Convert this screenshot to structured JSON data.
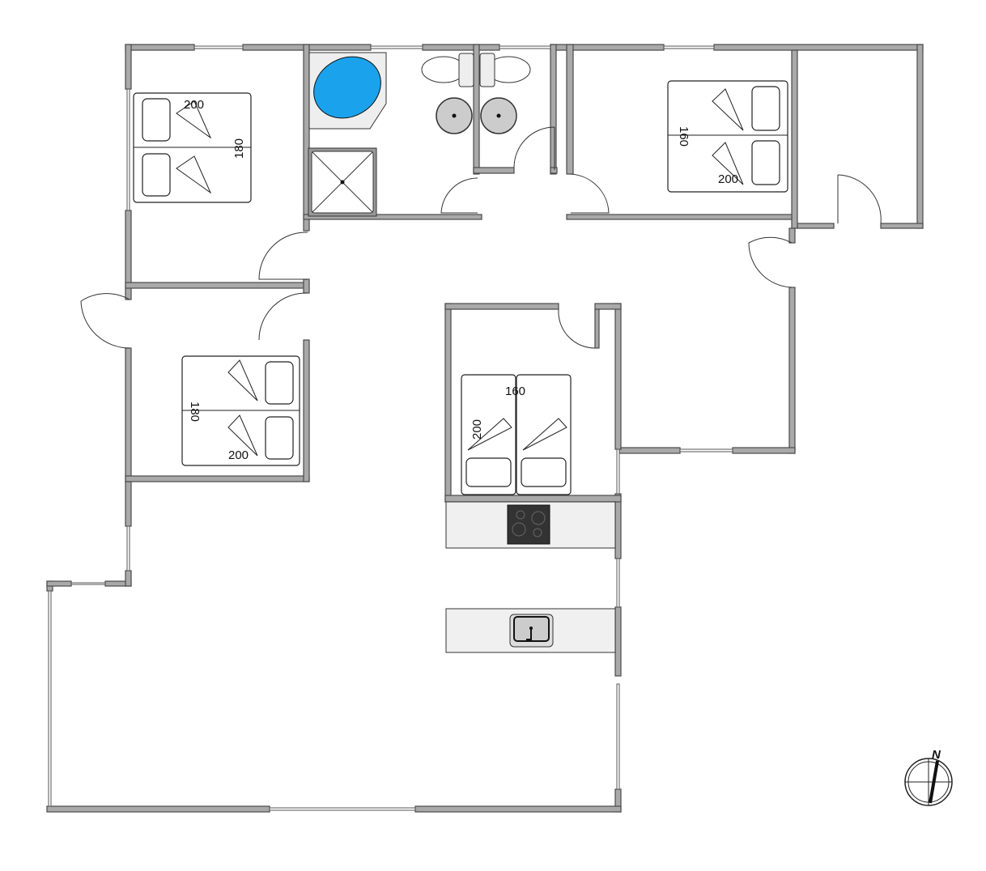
{
  "plan": {
    "beds": [
      {
        "room": "bedroom-northwest",
        "width": "180",
        "length": "200"
      },
      {
        "room": "bedroom-west",
        "width": "180",
        "length": "200"
      },
      {
        "room": "bedroom-northeast",
        "width": "160",
        "length": "200"
      },
      {
        "room": "bedroom-center",
        "width": "160",
        "length": "200"
      }
    ],
    "compass": {
      "label": "N"
    },
    "colors": {
      "wall": "#a9a9a9",
      "bathtub": "#1aa3ec",
      "counter": "#f0f0f0",
      "hob": "#333333"
    }
  }
}
